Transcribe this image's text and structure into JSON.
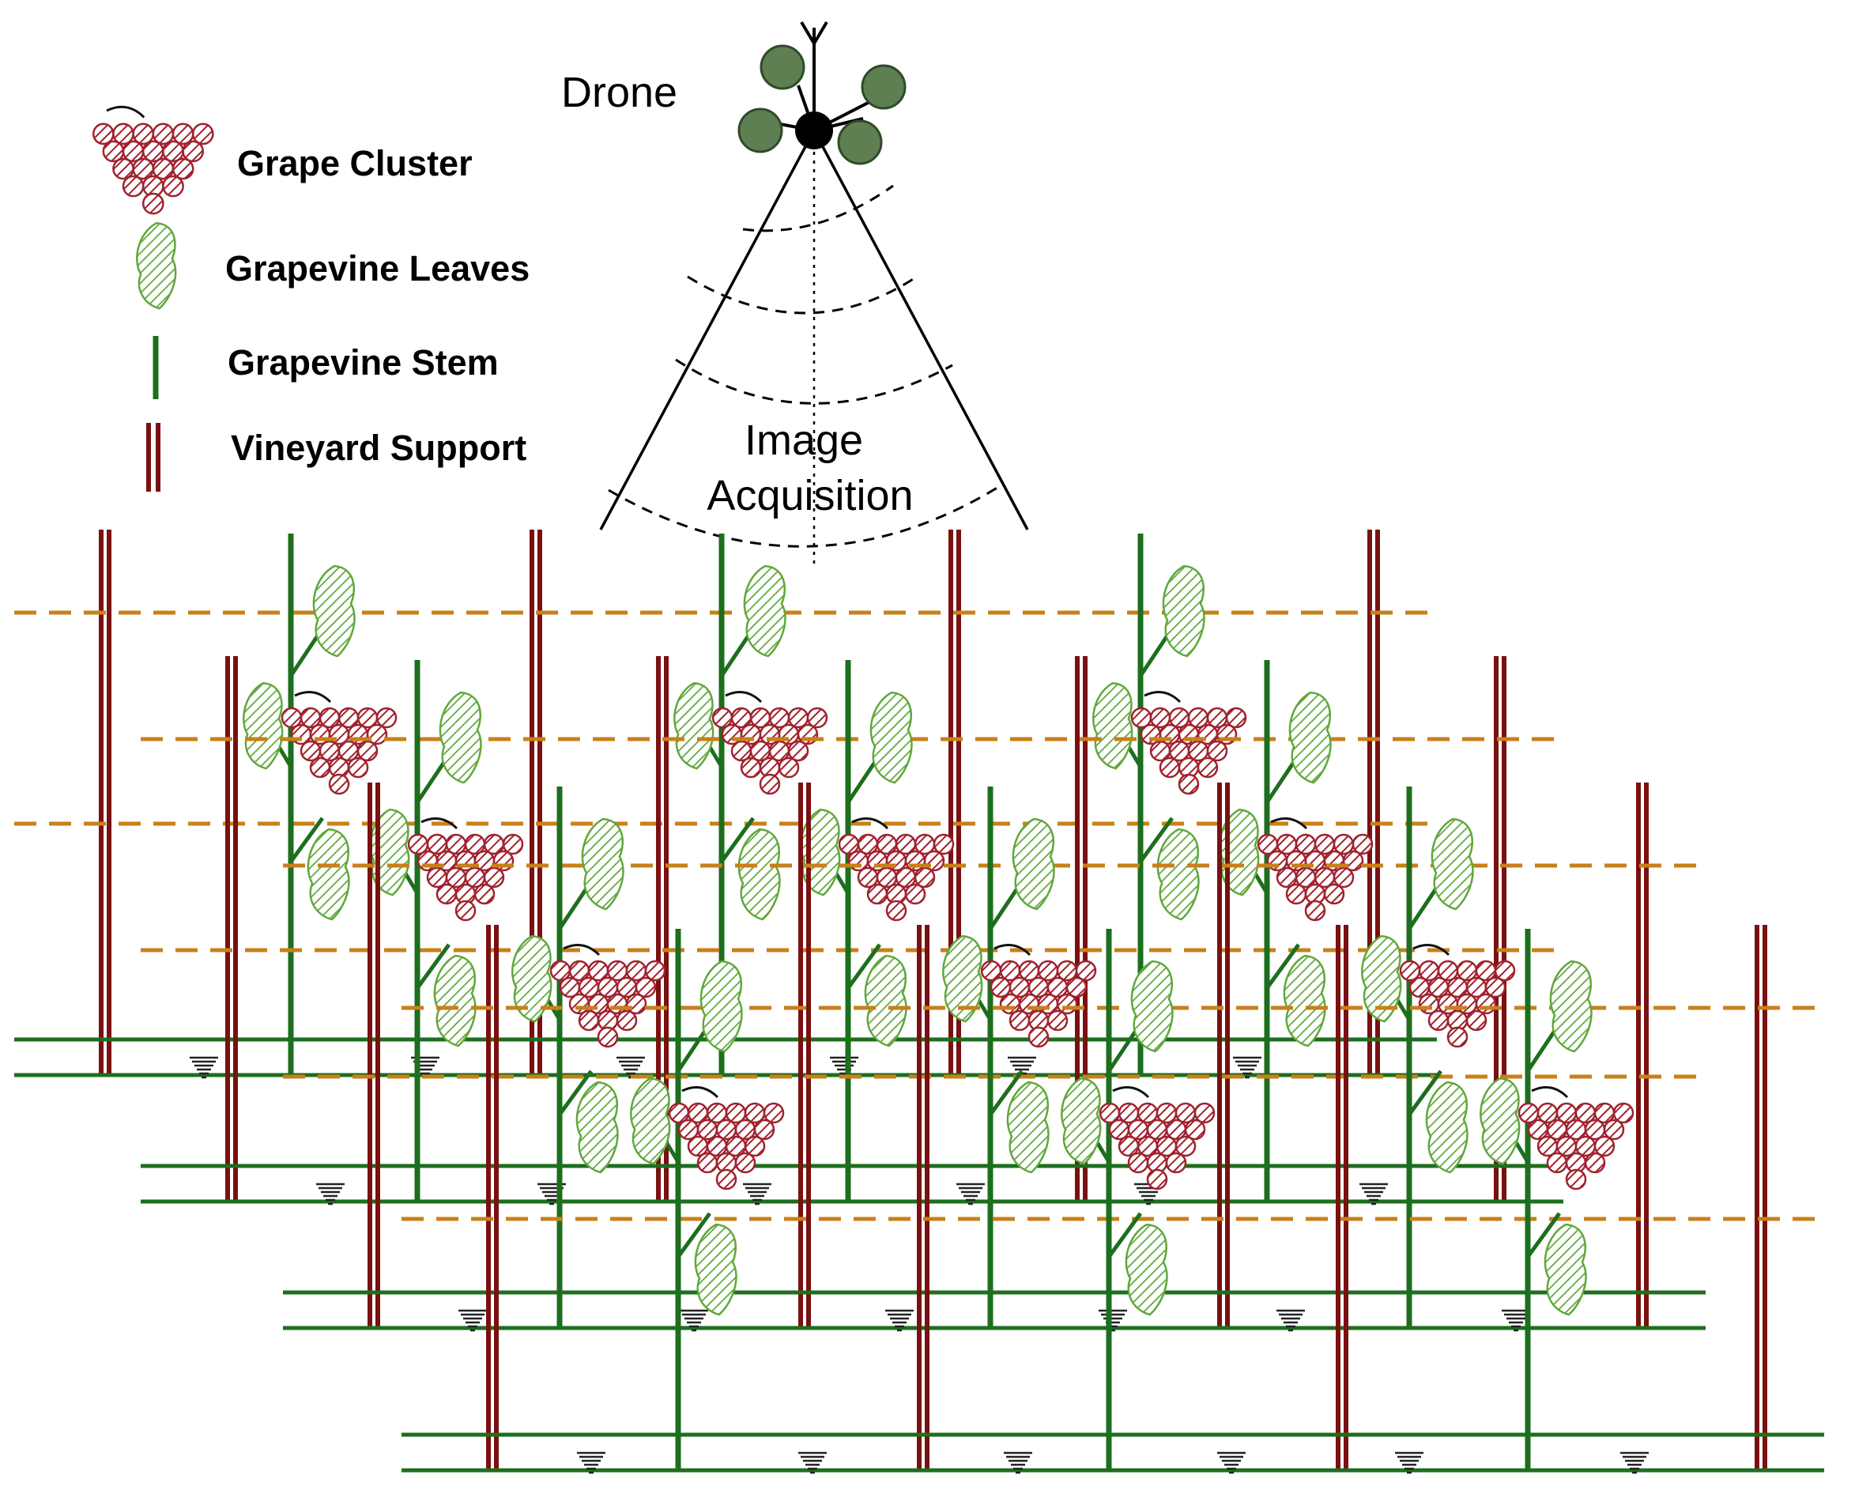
{
  "labels": {
    "drone": "Drone",
    "acquisition_line1": "Image",
    "acquisition_line2": "Acquisition"
  },
  "legend": [
    {
      "key": "grape",
      "label": "Grape Cluster"
    },
    {
      "key": "leaves",
      "label": "Grapevine Leaves"
    },
    {
      "key": "stem",
      "label": "Grapevine Stem"
    },
    {
      "key": "support",
      "label": "Vineyard Support"
    }
  ],
  "colors": {
    "grape": "#a0222e",
    "leaf": "#5fa83a",
    "stem": "#1d6e1d",
    "support": "#7a1010",
    "wire": "#c9801a",
    "drone_rotor": "#5d7f52",
    "ground_wire": "#1d6e1d"
  }
}
